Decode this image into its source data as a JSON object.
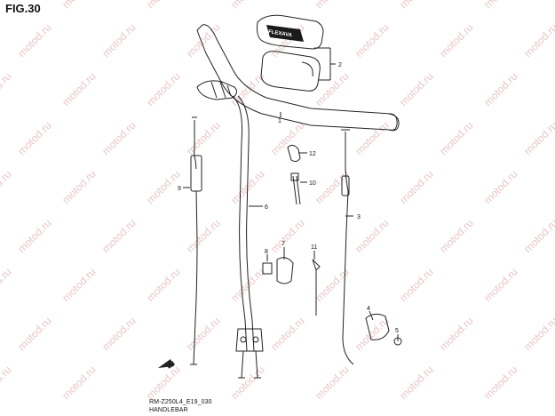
{
  "figure": {
    "title": "FIG.30"
  },
  "footer": {
    "code": "RM-Z250L4_E19_030",
    "name": "HANDLEBAR"
  },
  "watermark": {
    "text": "motod.ru",
    "color": "#e9c6c6"
  },
  "pad_text": "FLEXAVA",
  "callouts": [
    "1",
    "2",
    "3",
    "4",
    "5",
    "6",
    "7",
    "8",
    "9",
    "10",
    "11",
    "12"
  ],
  "colors": {
    "line": "#222222",
    "pad_dark": "#1a1a1a"
  }
}
